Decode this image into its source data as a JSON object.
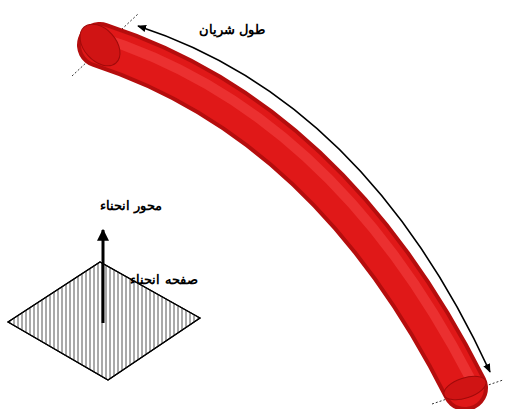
{
  "diagram": {
    "labels": [
      "طول شریان",
      "محور انحناء",
      "صفحه انحناء"
    ]
  }
}
